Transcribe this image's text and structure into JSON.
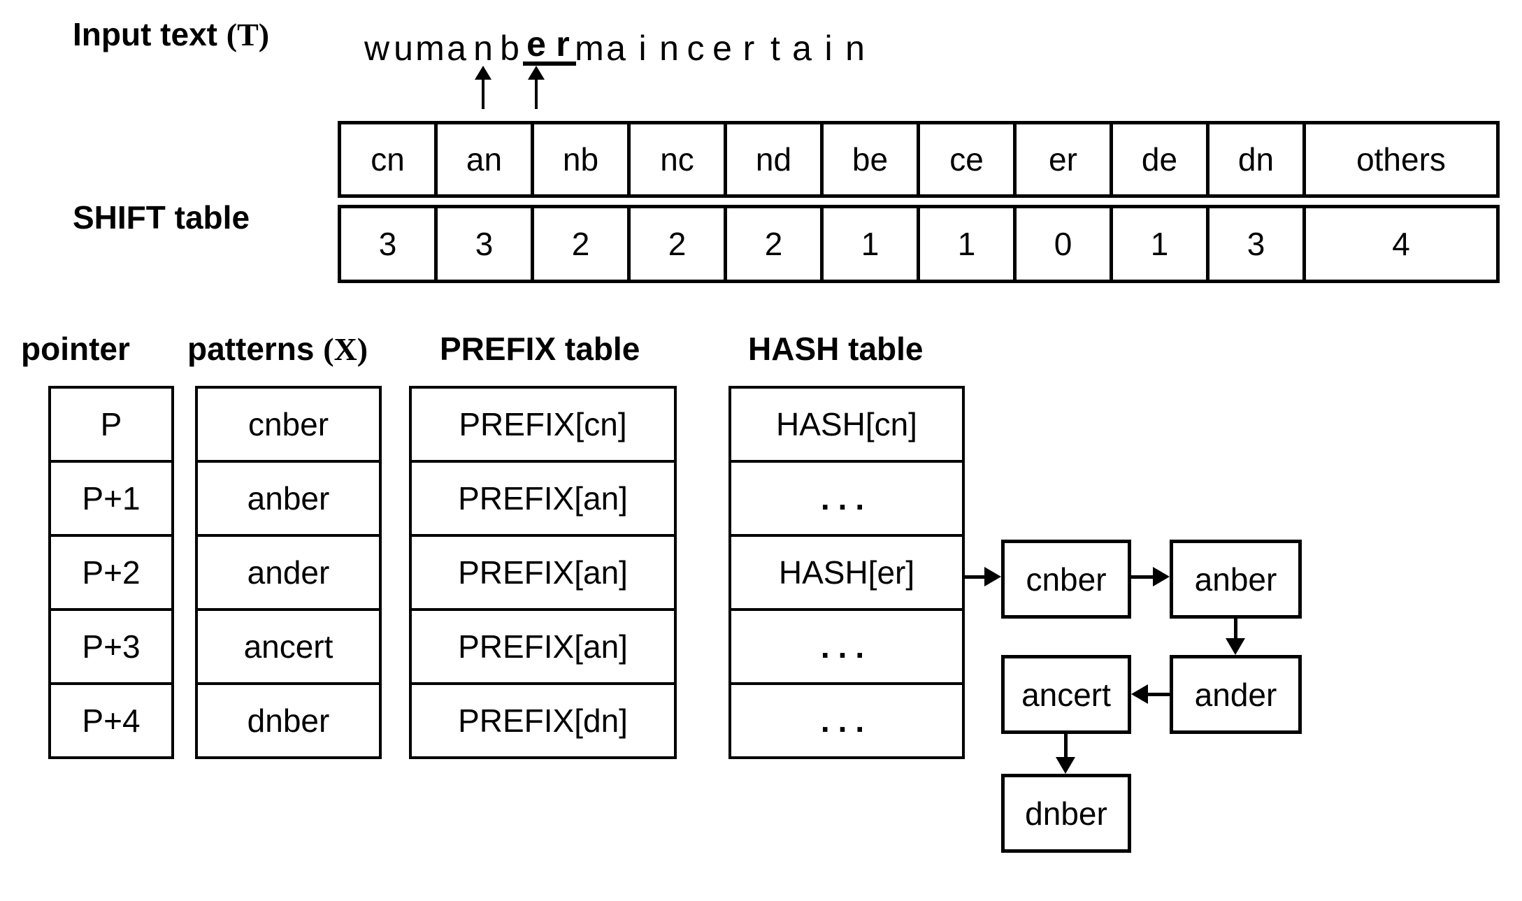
{
  "colors": {
    "ink": "#000000",
    "background": "#ffffff"
  },
  "input_text": {
    "label_prefix": "Input text ",
    "label_var": "(T)",
    "string": "wumanbermaincertain",
    "chars": [
      "w",
      "u",
      "m",
      "a",
      "n",
      "b",
      "e",
      "r",
      "m",
      "a",
      "i",
      "n",
      "c",
      "e",
      "r",
      "t",
      "a",
      "i",
      "n"
    ],
    "bold_underlined_substring": "er",
    "arrow_char_indices_0based": [
      4,
      6
    ]
  },
  "shift_table": {
    "label": "SHIFT table",
    "keys": [
      "cn",
      "an",
      "nb",
      "nc",
      "nd",
      "be",
      "ce",
      "er",
      "de",
      "dn",
      "others"
    ],
    "values": [
      "3",
      "3",
      "2",
      "2",
      "2",
      "1",
      "1",
      "0",
      "1",
      "3",
      "4"
    ]
  },
  "pointer_column": {
    "header": "pointer",
    "rows": [
      "P",
      "P+1",
      "P+2",
      "P+3",
      "P+4"
    ]
  },
  "patterns_column": {
    "header_prefix": "patterns ",
    "header_var": "(X)",
    "rows": [
      "cnber",
      "anber",
      "ander",
      "ancert",
      "dnber"
    ]
  },
  "prefix_column": {
    "header": "PREFIX table",
    "rows": [
      "PREFIX[cn]",
      "PREFIX[an]",
      "PREFIX[an]",
      "PREFIX[an]",
      "PREFIX[dn]"
    ]
  },
  "hash_column": {
    "header": "HASH table",
    "rows": [
      "HASH[cn]",
      "...",
      "HASH[er]",
      "...",
      "..."
    ]
  },
  "hash_chain_boxes": [
    "cnber",
    "anber",
    "ander",
    "ancert",
    "dnber"
  ],
  "chain_links": [
    {
      "from": "HASH[er]",
      "to": "cnber"
    },
    {
      "from": "cnber",
      "to": "anber"
    },
    {
      "from": "anber",
      "to": "ander"
    },
    {
      "from": "ander",
      "to": "ancert"
    },
    {
      "from": "ancert",
      "to": "dnber"
    }
  ]
}
